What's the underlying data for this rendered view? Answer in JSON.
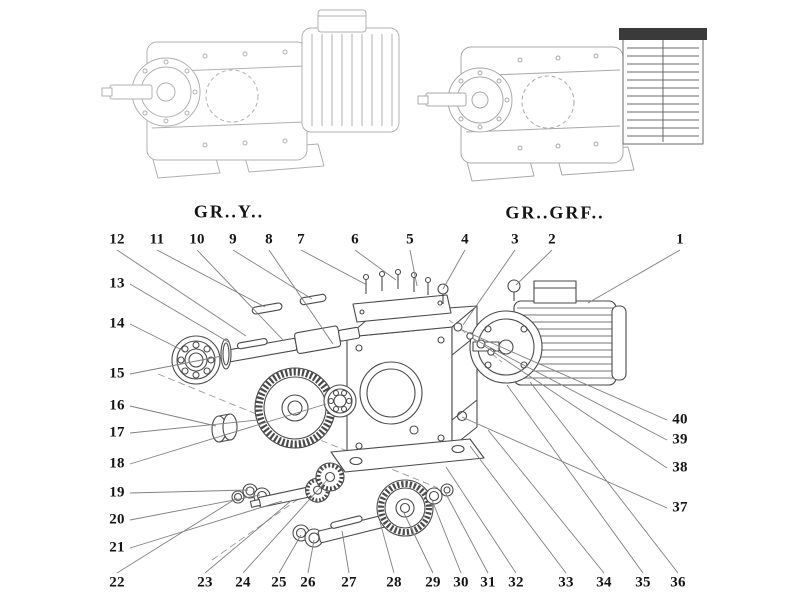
{
  "variant_labels": {
    "left": "GR..Y..",
    "right": "GR..GRF.."
  },
  "callouts": {
    "top": [
      "12",
      "11",
      "10",
      "9",
      "8",
      "7",
      "6",
      "5",
      "4",
      "3",
      "2",
      "1"
    ],
    "left": [
      "13",
      "14",
      "15",
      "16",
      "17",
      "18",
      "19",
      "20",
      "21"
    ],
    "bottom": [
      "22",
      "23",
      "24",
      "25",
      "26",
      "27",
      "28",
      "29",
      "30",
      "31",
      "32",
      "33",
      "34",
      "35",
      "36"
    ],
    "right": [
      "40",
      "39",
      "38",
      "37"
    ]
  },
  "colors": {
    "ink": "#151515",
    "part_line": "#4a4a4a",
    "ghost_line": "#b0b0b0"
  }
}
